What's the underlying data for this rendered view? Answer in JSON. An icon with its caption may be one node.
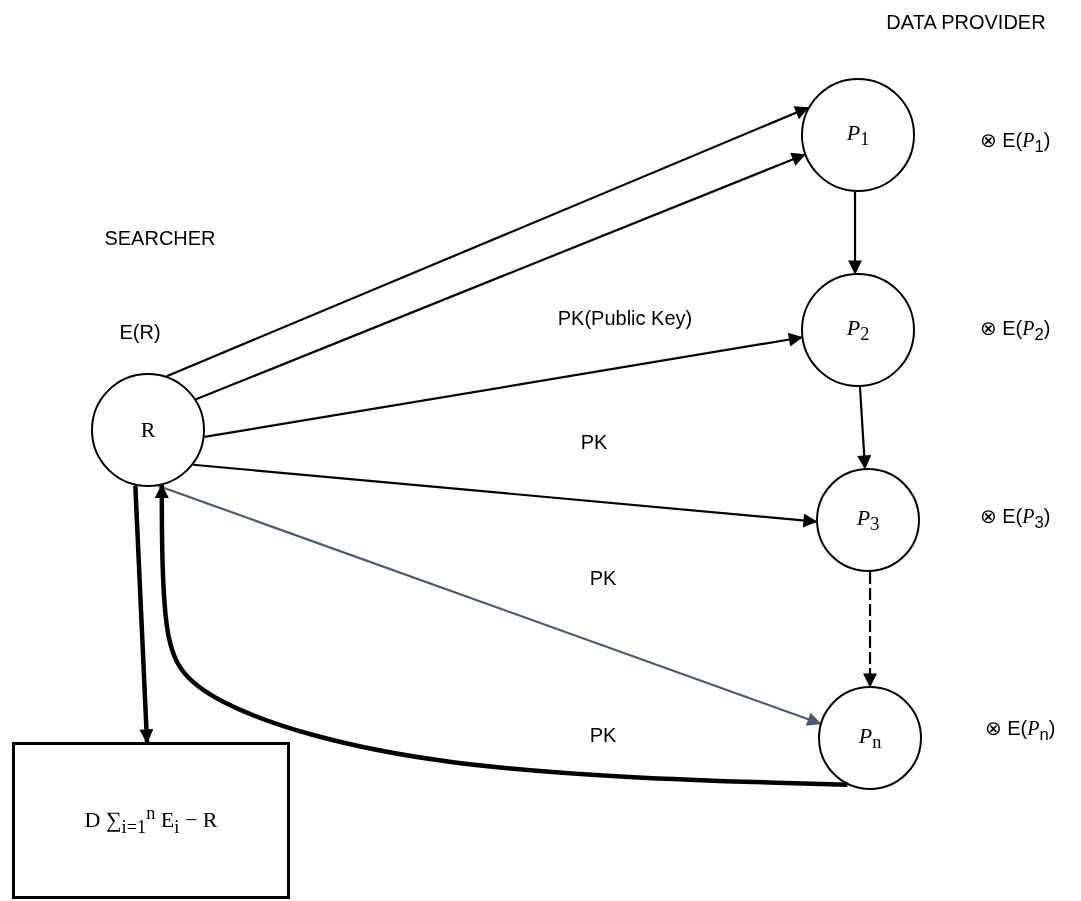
{
  "diagram": {
    "nodes": [
      {
        "text": [
          "R"
        ]
      },
      {
        "text": [
          "*P*$_{1}$"
        ],
        "beside": [
          "⊗ E(*P*$_{1}$)"
        ]
      },
      {
        "text": [
          "*P*$_{2}$"
        ],
        "beside": [
          "⊗ E(*P*$_{2}$)"
        ]
      },
      {
        "text": [
          "*P*$_{3}$"
        ],
        "beside": [
          "⊗ E(*P*$_{3}$)"
        ]
      },
      {
        "text": [
          "*P*$_{n}$"
        ],
        "beside": [
          "⊗ E(*P*$_{n}$)"
        ]
      },
      {
        "text": [
          "D ∑$_{i=1}$$^{n}$ E$_{i}$ − R"
        ]
      }
    ],
    "edges": [
      {
        "from": 0,
        "to": 1,
        "arrow": "to",
        "label": "E(R)"
      },
      {
        "from": 0,
        "to": 1,
        "arrow": "to"
      },
      {
        "from": 0,
        "to": 2,
        "arrow": "to",
        "label": "PK(Public Key)"
      },
      {
        "from": 0,
        "to": 3,
        "arrow": "to",
        "label": "PK"
      },
      {
        "from": 0,
        "to": 4,
        "arrow": "to",
        "label": "PK",
        "color": "#4a5a75"
      },
      {
        "from": 1,
        "to": 2,
        "arrow": "to"
      },
      {
        "from": 2,
        "to": 3,
        "arrow": "to"
      },
      {
        "from": 3,
        "to": 4,
        "arrow": "to",
        "style": "dashed"
      },
      {
        "from": 4,
        "to": 0,
        "arrow": "to",
        "style": "thick",
        "label": "PK"
      },
      {
        "from": 0,
        "to": 5,
        "arrow": "to",
        "style": "thick"
      }
    ],
    "labels": [
      "DATA PROVIDER",
      "SEARCHER"
    ]
  }
}
